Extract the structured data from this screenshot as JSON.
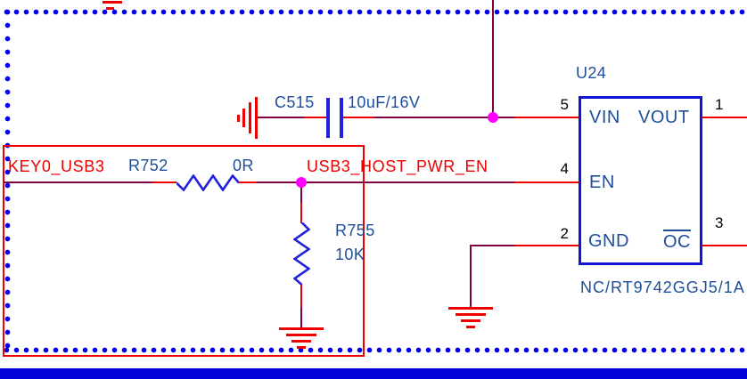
{
  "colors": {
    "wire": "#800040",
    "pin_lead": "#ee0000",
    "symbol_blue": "#2222dd",
    "ic_border": "#1414d6",
    "component_text": "#1e4e9b",
    "net_label": "#ee0000",
    "junction_dot": "#ff00ff",
    "selection_dots": "#0000ee",
    "bottom_bar": "#0101d8",
    "pin_number": "#000000",
    "highlight_box": "#ee0000"
  },
  "nets": {
    "key0": "KEY0_USB3",
    "pwr_en": "USB3_HOST_PWR_EN"
  },
  "components": {
    "c515": {
      "ref": "C515",
      "value": "10uF/16V"
    },
    "r752": {
      "ref": "R752",
      "value": "0R"
    },
    "r755": {
      "ref": "R755",
      "value": "10K"
    },
    "u24": {
      "ref": "U24",
      "part": "NC/RT9742GGJ5/1A",
      "pins": {
        "vin": {
          "number": "5",
          "name": "VIN"
        },
        "en": {
          "number": "4",
          "name": "EN"
        },
        "gnd": {
          "number": "2",
          "name": "GND"
        },
        "vout": {
          "number": "1",
          "name": "VOUT"
        },
        "oc": {
          "number": "3",
          "name": "OC"
        }
      }
    }
  }
}
